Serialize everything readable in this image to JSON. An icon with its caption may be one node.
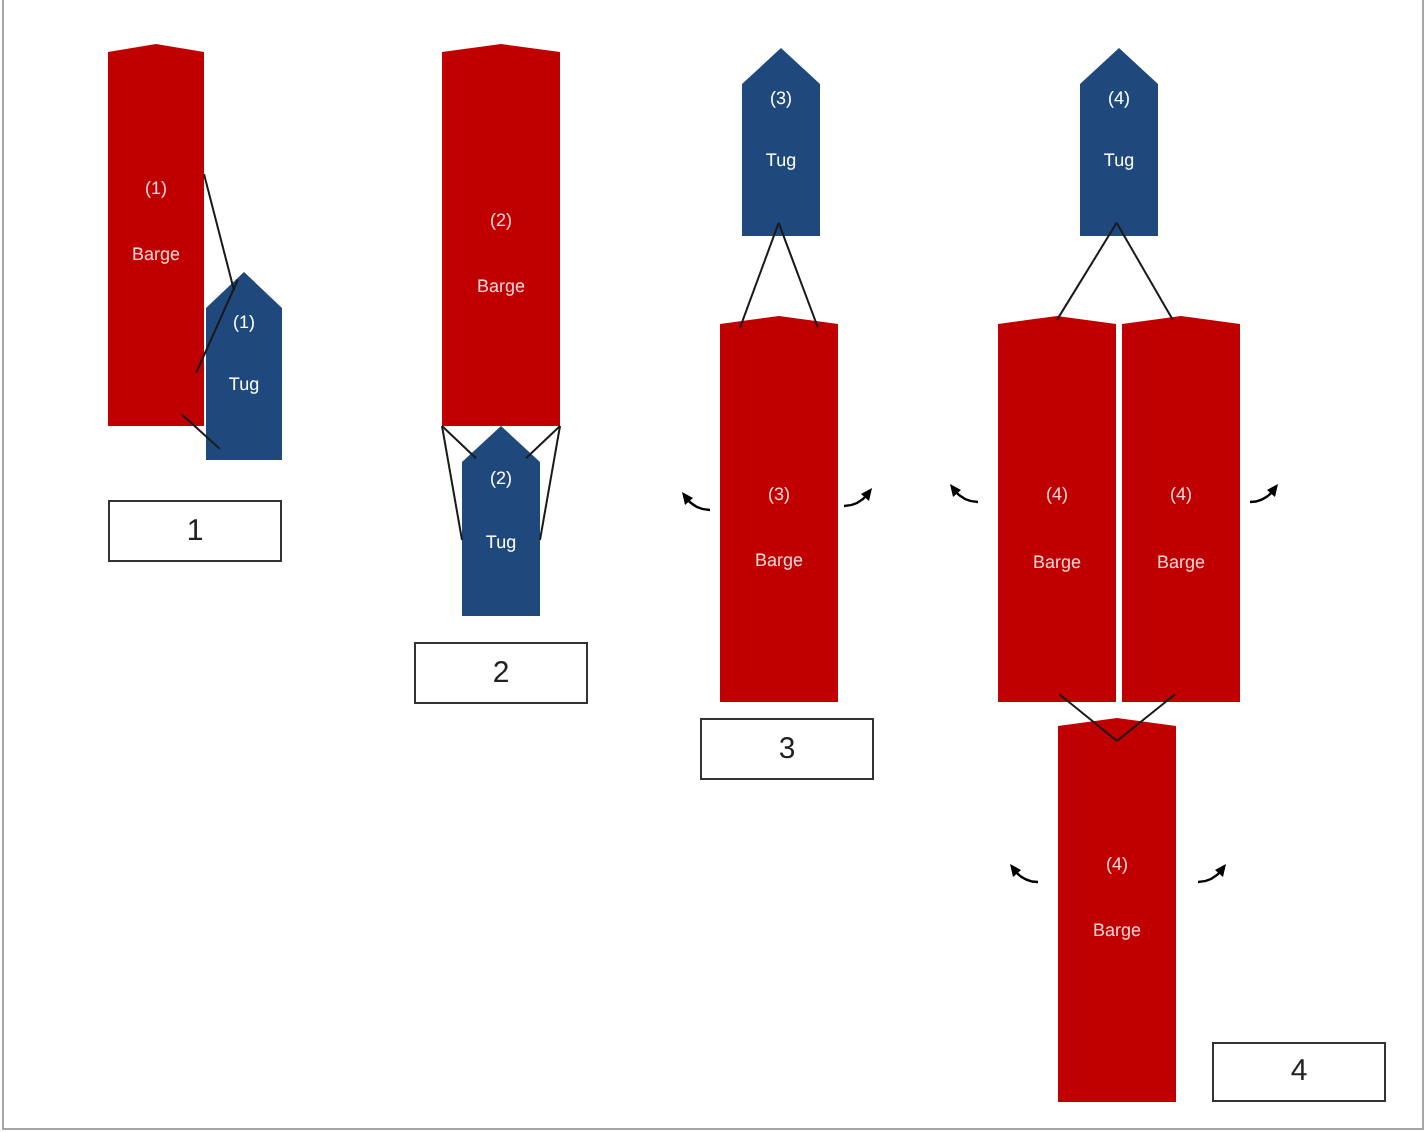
{
  "diagram": {
    "nodes": [
      {
        "text": [
          "(1)",
          "Barge"
        ]
      },
      {
        "text": [
          "(1)",
          "Tug"
        ]
      },
      {
        "text": [
          "1"
        ]
      },
      {
        "text": [
          "(2)",
          "Barge"
        ]
      },
      {
        "text": [
          "(2)",
          "Tug"
        ]
      },
      {
        "text": [
          "2"
        ]
      },
      {
        "text": [
          "(3)",
          "Tug"
        ]
      },
      {
        "text": [
          "(3)",
          "Barge"
        ]
      },
      {
        "text": [
          "3"
        ]
      },
      {
        "text": [
          "(4)",
          "Tug"
        ]
      },
      {
        "text": [
          "(4)",
          "Barge"
        ]
      },
      {
        "text": [
          "(4)",
          "Barge"
        ]
      },
      {
        "text": [
          "(4)",
          "Barge"
        ]
      },
      {
        "text": [
          "4"
        ]
      }
    ],
    "edges": [
      {
        "from": 0,
        "to": 1,
        "arrow": "none"
      },
      {
        "from": 0,
        "to": 1,
        "arrow": "none"
      },
      {
        "from": 0,
        "to": 1,
        "arrow": "none"
      },
      {
        "from": 3,
        "to": 4,
        "arrow": "none"
      },
      {
        "from": 3,
        "to": 4,
        "arrow": "none"
      },
      {
        "from": 3,
        "to": 4,
        "arrow": "none"
      },
      {
        "from": 3,
        "to": 4,
        "arrow": "none"
      },
      {
        "from": 6,
        "to": 7,
        "arrow": "none"
      },
      {
        "from": 6,
        "to": 7,
        "arrow": "none"
      },
      {
        "from": 9,
        "to": 10,
        "arrow": "none"
      },
      {
        "from": 9,
        "to": 11,
        "arrow": "none"
      },
      {
        "from": 10,
        "to": 12,
        "arrow": "none"
      },
      {
        "from": 11,
        "to": 12,
        "arrow": "none"
      }
    ]
  }
}
